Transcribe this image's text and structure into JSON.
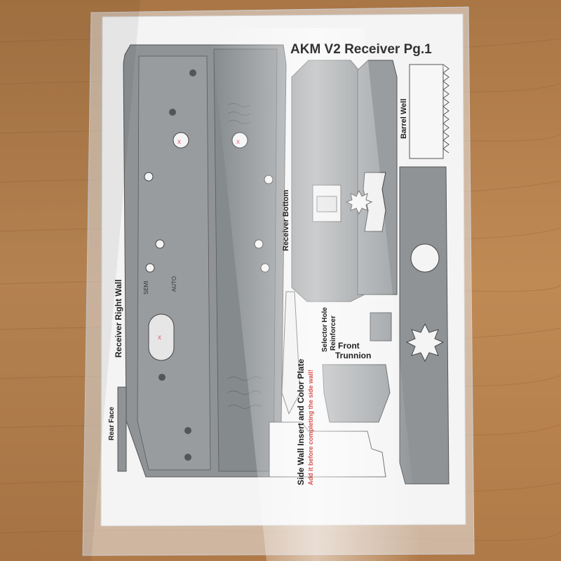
{
  "title": "AKM V2 Receiver Pg.1",
  "labels": {
    "receiver_right_wall": "Receiver Right Wall",
    "receiver_bottom": "Receiver Bottom",
    "barrel_well": "Barrel Well",
    "rear_face": "Rear Face",
    "selector_hole_reinforcer_line1": "Selector Hole",
    "selector_hole_reinforcer_line2": "Reinforcer",
    "front_trunnion_line1": "Front",
    "front_trunnion_line2": "Trunnion",
    "side_wall_insert": "Side Wall Insert and Color Plate",
    "side_wall_note": "Add it before completing the side wall!",
    "auto": "AUTO",
    "semi": "SEMI"
  },
  "colors": {
    "part_gray": "#8f9396",
    "part_dark": "#6d7174",
    "note_red": "#d9534f",
    "hole_pink": "#e05a7a",
    "wood": "#b7834f"
  }
}
